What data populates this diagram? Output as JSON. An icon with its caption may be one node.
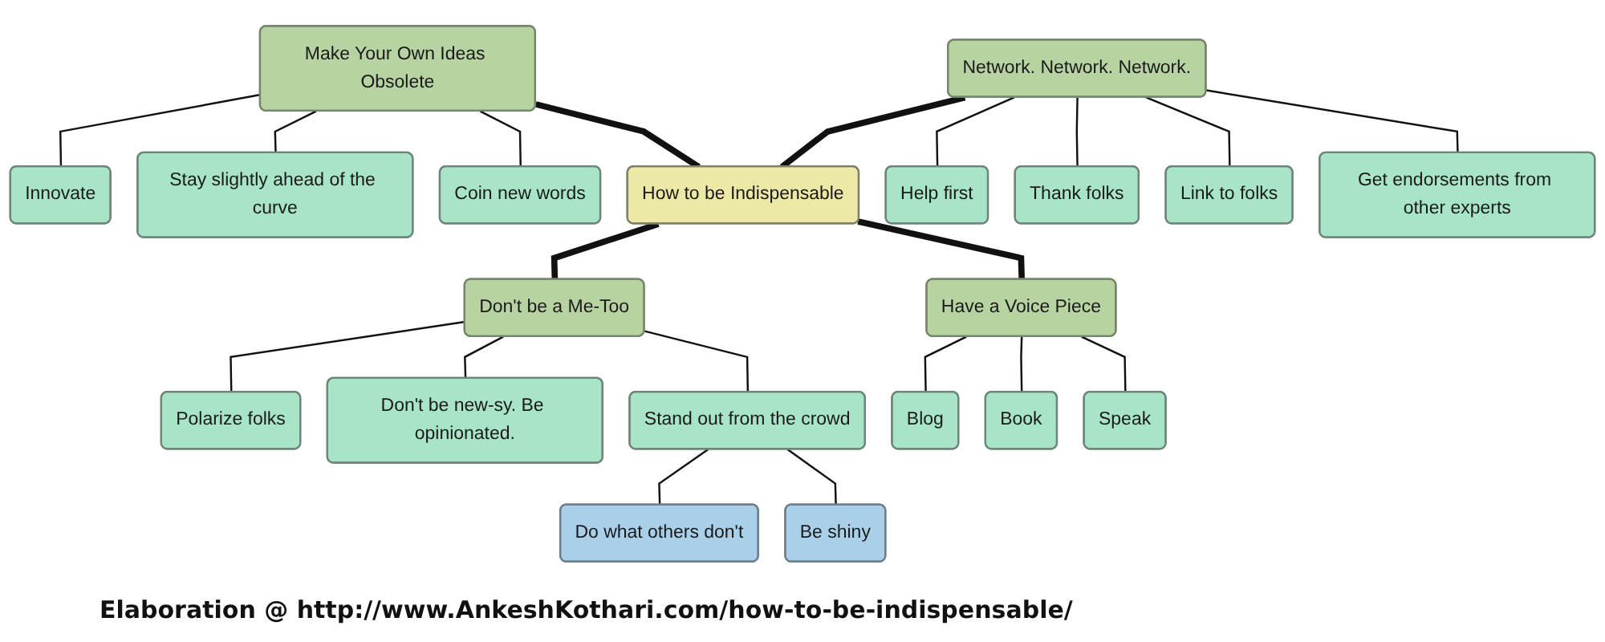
{
  "diagram": {
    "caption": "Elaboration @ http://www.AnkeshKothari.com/how-to-be-indispensable/",
    "nodes": [
      {
        "text": [
          "Make Your Own Ideas Obsolete"
        ]
      },
      {
        "text": [
          "Network. Network. Network."
        ]
      },
      {
        "text": [
          "Innovate"
        ]
      },
      {
        "text": [
          "Stay slightly ahead of the curve"
        ]
      },
      {
        "text": [
          "Coin new words"
        ]
      },
      {
        "text": [
          "Help first"
        ]
      },
      {
        "text": [
          "Thank folks"
        ]
      },
      {
        "text": [
          "Link to folks"
        ]
      },
      {
        "text": [
          "How to be Indispensable"
        ]
      },
      {
        "text": [
          "Get endorsements from other experts"
        ]
      },
      {
        "text": [
          "Don't be a Me-Too"
        ]
      },
      {
        "text": [
          "Have a Voice Piece"
        ]
      },
      {
        "text": [
          "Polarize folks"
        ]
      },
      {
        "text": [
          "Don't be new-sy. Be opinionated."
        ]
      },
      {
        "text": [
          "Stand out from the crowd"
        ]
      },
      {
        "text": [
          "Blog"
        ]
      },
      {
        "text": [
          "Book"
        ]
      },
      {
        "text": [
          "Speak"
        ]
      },
      {
        "text": [
          "Do what others don't"
        ]
      },
      {
        "text": [
          "Be shiny"
        ]
      }
    ],
    "edges": [
      {
        "from": 0,
        "to": 2,
        "arrow": "none"
      },
      {
        "from": 0,
        "to": 3,
        "arrow": "none"
      },
      {
        "from": 0,
        "to": 4,
        "arrow": "none"
      },
      {
        "from": 0,
        "to": 8,
        "arrow": "none",
        "style": "thick"
      },
      {
        "from": 1,
        "to": 8,
        "arrow": "none",
        "style": "thick"
      },
      {
        "from": 1,
        "to": 5,
        "arrow": "none"
      },
      {
        "from": 1,
        "to": 6,
        "arrow": "none"
      },
      {
        "from": 1,
        "to": 7,
        "arrow": "none"
      },
      {
        "from": 1,
        "to": 9,
        "arrow": "none"
      },
      {
        "from": 8,
        "to": 10,
        "arrow": "none",
        "style": "thick"
      },
      {
        "from": 8,
        "to": 11,
        "arrow": "none",
        "style": "thick"
      },
      {
        "from": 10,
        "to": 12,
        "arrow": "none"
      },
      {
        "from": 10,
        "to": 13,
        "arrow": "none"
      },
      {
        "from": 10,
        "to": 14,
        "arrow": "none"
      },
      {
        "from": 11,
        "to": 15,
        "arrow": "none"
      },
      {
        "from": 11,
        "to": 16,
        "arrow": "none"
      },
      {
        "from": 11,
        "to": 17,
        "arrow": "none"
      },
      {
        "from": 14,
        "to": 18,
        "arrow": "none"
      },
      {
        "from": 14,
        "to": 19,
        "arrow": "none"
      }
    ]
  }
}
